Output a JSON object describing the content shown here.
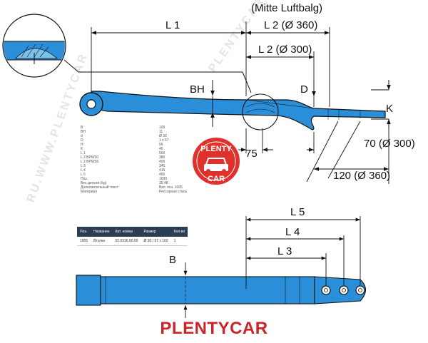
{
  "header_note": "(Mitte Luftbalg)",
  "dimensions": {
    "l1": "L 1",
    "l2_360": "L 2 (Ø 360)",
    "l2_300": "L 2 (Ø 300)",
    "bh": "BH",
    "d": "D",
    "k": "K",
    "w75": "75",
    "d70_300": "70 (Ø 300)",
    "d120_360": "120 (Ø 360)",
    "l5": "L 5",
    "l4": "L 4",
    "l3": "L 3",
    "b": "B"
  },
  "watermarks": {
    "left": "RU.WWW.PLENTYCAR",
    "center": "PLENTYCAR"
  },
  "logo": {
    "top_text": "PLENTY",
    "bottom_text": "CAR"
  },
  "specs": [
    {
      "key": "B",
      "value": "100"
    },
    {
      "key": "BH",
      "value": "11"
    },
    {
      "key": "d",
      "value": "Ø 30"
    },
    {
      "key": "D",
      "value": "1 x 57"
    },
    {
      "key": "H",
      "value": "56"
    },
    {
      "key": "K",
      "value": "45"
    },
    {
      "key": "L 1",
      "value": "500"
    },
    {
      "key": "L 2 BPW30",
      "value": "380"
    },
    {
      "key": "L 2 BPW36",
      "value": "405"
    },
    {
      "key": "L 3",
      "value": "345"
    },
    {
      "key": "L 4",
      "value": "415"
    },
    {
      "key": "L 5",
      "value": "465"
    },
    {
      "key": "Поз.",
      "value": "1000"
    },
    {
      "key": "Вес детали (kg)",
      "value": "35.48"
    },
    {
      "key": "Дополнительный текст",
      "value": "Вкл. поз. 1005"
    },
    {
      "key": "Материал",
      "value": "Рессорная сталь"
    }
  ],
  "parts_table": {
    "headers": [
      "Поз.",
      "Название",
      "Кат. номер",
      "Размер",
      "Кол-во"
    ],
    "rows": [
      [
        "1005",
        "Втулка",
        "02.0316.90.00",
        "Ø 30 / 57 x 102",
        "1"
      ]
    ]
  },
  "brand": "PLENTYCAR",
  "colors": {
    "part_fill": "#2a8fd8",
    "outline": "#1a1a1a",
    "brand_red": "#c9252a"
  }
}
